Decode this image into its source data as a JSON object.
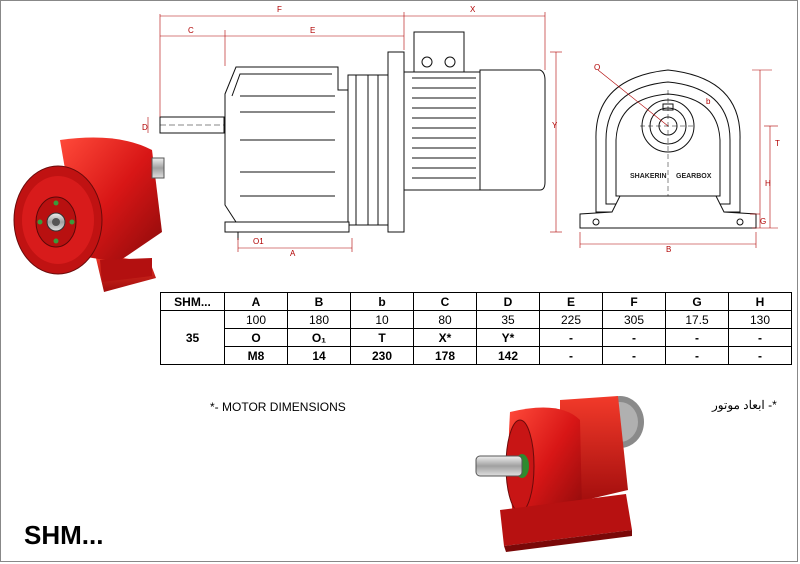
{
  "drawing": {
    "dim_labels": {
      "F": "F",
      "X": "X",
      "C": "C",
      "E": "E",
      "D": "D",
      "Y": "Y",
      "O1": "O1",
      "A": "A",
      "O": "O",
      "b": "b",
      "T": "T",
      "H": "H",
      "G": "G",
      "B": "B"
    },
    "brand_left": "SHAKERIN",
    "brand_right": "GEARBOX",
    "accent_color": "#cc1111",
    "dimension_color": "#b00000"
  },
  "table": {
    "header": [
      "SHM...",
      "A",
      "B",
      "b",
      "C",
      "D",
      "E",
      "F",
      "G",
      "H"
    ],
    "model": "35",
    "row1": [
      "100",
      "180",
      "10",
      "80",
      "35",
      "225",
      "305",
      "17.5",
      "130"
    ],
    "row2": [
      "O",
      "O₁",
      "T",
      "X*",
      "Y*",
      "-",
      "-",
      "-",
      "-"
    ],
    "row3": [
      "M8",
      "14",
      "230",
      "178",
      "142",
      "-",
      "-",
      "-",
      "-"
    ]
  },
  "notes": {
    "english": "*- MOTOR DIMENSIONS",
    "persian": "*- ابعاد موتور"
  },
  "series_title": "SHM..."
}
